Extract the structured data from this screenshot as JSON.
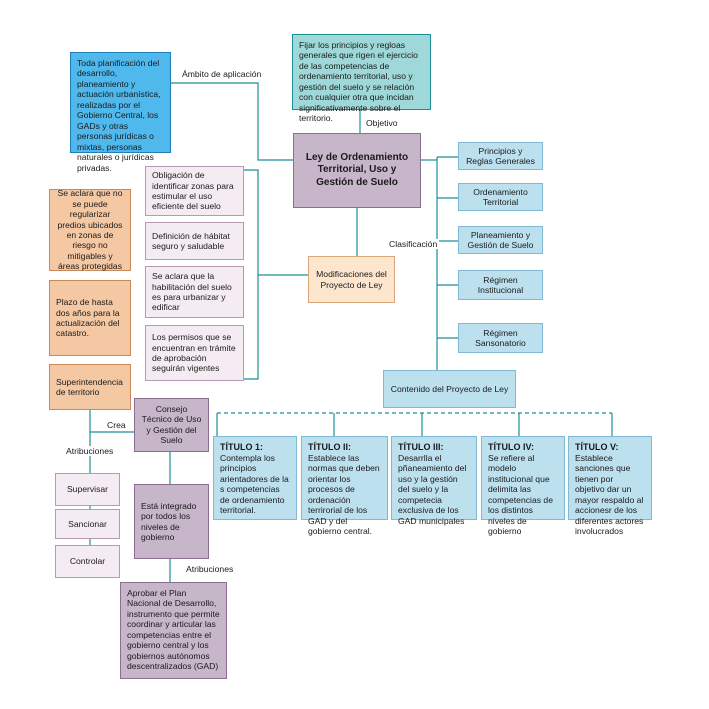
{
  "main": {
    "title": "Ley de Ordenamiento Territorial, Uso y Gestión de Suelo"
  },
  "objective": {
    "label": "Objetivo",
    "text": "Fijar los principios y regloas generales que rigen el ejercicio de las competencias de ordenamiento territorial, uso y gestión del suelo y se relación con cualquier otra que incidan significativamente sobre el territorio."
  },
  "scope": {
    "label": "Ámbito de aplicación",
    "text": "Toda planificación del desarrollo, planeamiento y actuación urbanística, realizadas por el Gobierno Central, los GADs y otras personas jurídicas o mixtas, personas naturales o jurídicas privadas."
  },
  "classification": {
    "label": "Clasificación",
    "items": [
      "Principios y Reglas Generales",
      "Ordenamiento Territorial",
      "Planeamiento y Gestión de Suelo",
      "Régimen Institucional",
      "Régimen Sansonatorio"
    ]
  },
  "content": {
    "label": "Contenido del Proyecto de Ley",
    "titles": [
      {
        "heading": "TÍTULO 1:",
        "text": "Contempla los principios arientadores de la s competencias de ordenamiento territorial."
      },
      {
        "heading": "TÍTULO II:",
        "text": "Establece las normas que deben orientar los procesos de ordenación terrirorial de los GAD y del gobierno central."
      },
      {
        "heading": "TÍTULO III:",
        "text": "Desarrlla el pñaneamiento del uso y la gestión del suelo y la competecia exclusiva de los GAD municipales"
      },
      {
        "heading": "TÍTULO IV:",
        "text": "Se refiere al modelo institucional que delimita las competencias de los distintos niveles de gobierno"
      },
      {
        "heading": "TÍTULO V:",
        "text": "Establece sanciones que tienen por objetivo dar un mayor respaldo al accionesr de los diferentes actores involucrados"
      }
    ]
  },
  "modifications": {
    "label": "Modificaciones del Proyecto de Ley",
    "items": [
      "Obligación de identificar zonas para estimular el uso eficiente del suelo",
      "Definición de hábitat seguro y saludable",
      "Se aclara que la habilitación del suelo es para urbanizar y edificar",
      "Los permisos que se encuentran en trámite de aprobación seguirán vigentes"
    ]
  },
  "notes": [
    "Se aclara que no se puede regularizar predios ubicados en zonas de riesgo no mitigables y áreas protegidas",
    "Plazo de hasta dos años para la actualización del catastro."
  ],
  "superintendency": {
    "text": "Superintendencia de territorio",
    "creates_label": "Crea",
    "attributions_label": "Atribuciones",
    "attributions": [
      "Supervisar",
      "Sancionar",
      "Controlar"
    ]
  },
  "council": {
    "text": "Consejo Técnico de Uso y Gestión del Suelo",
    "integrated": "Está integrado por todos los niveles de gobierno",
    "attributions_label": "Atribuciones",
    "attribution_text": "Aprobar el Plan Nacional de Desarrollo, instrumento que permite coordinar y articular las competencias entre el gobierno central y los gobiernos autónomos descentralizados (GAD)"
  },
  "colors": {
    "line": "#1c8f96",
    "title_box": "#c7b5c9",
    "blue_box": "#bde0ee",
    "bright_box": "#4fb8ec",
    "teal_box": "#9fd8d8",
    "peach_box": "#f5c8a4"
  }
}
